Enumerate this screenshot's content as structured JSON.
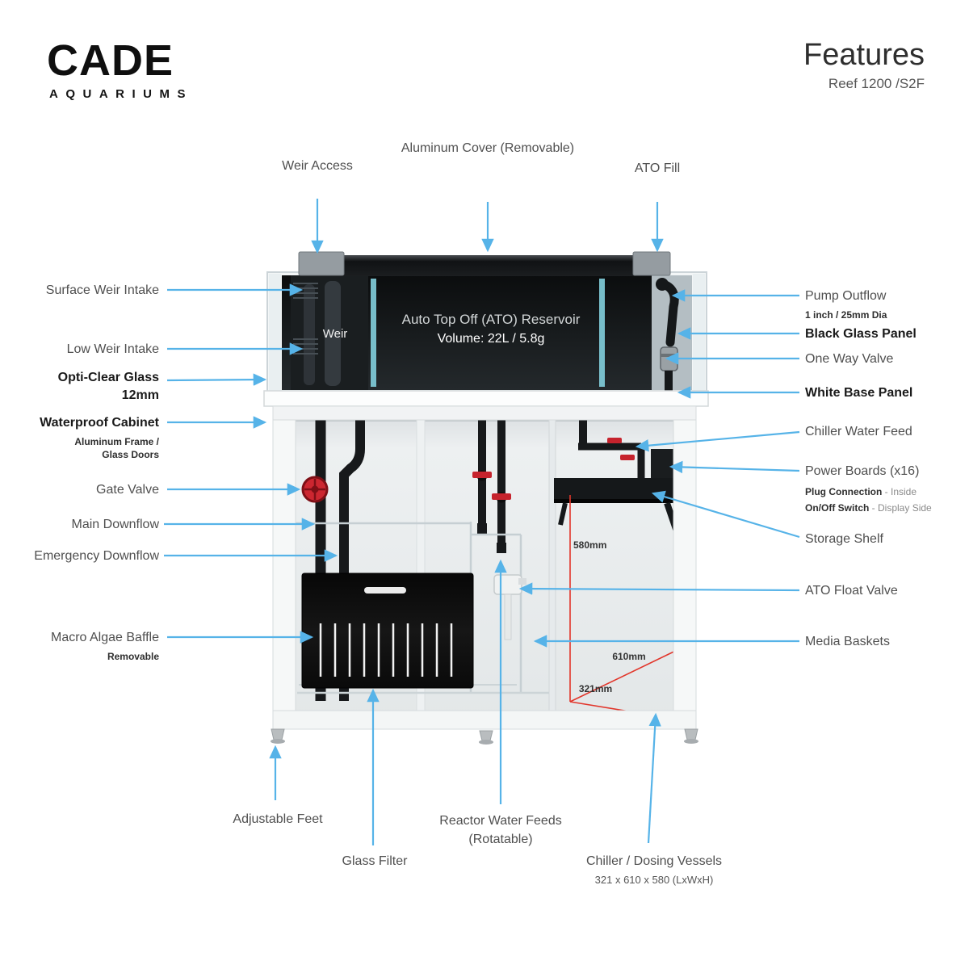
{
  "header": {
    "brand": "CADE",
    "brand_sub": "AQUARIUMS",
    "title": "Features",
    "subtitle": "Reef 1200 /S2F"
  },
  "callouts": {
    "weir_access": "Weir Access",
    "aluminum_cover": "Aluminum Cover (Removable)",
    "ato_fill": "ATO Fill",
    "surface_weir_intake": "Surface Weir Intake",
    "low_weir_intake": "Low Weir Intake",
    "opti_clear_glass": "Opti-Clear Glass",
    "opti_clear_glass_2": "12mm",
    "waterproof_cabinet": "Waterproof Cabinet",
    "waterproof_cabinet_sub1": "Aluminum Frame /",
    "waterproof_cabinet_sub2": "Glass Doors",
    "gate_valve": "Gate Valve",
    "main_downflow": "Main Downflow",
    "emergency_downflow": "Emergency Downflow",
    "macro_algae_baffle": "Macro Algae Baffle",
    "macro_algae_baffle_sub": "Removable",
    "pump_outflow": "Pump Outflow",
    "pump_outflow_sub": "1 inch / 25mm Dia",
    "black_glass_panel": "Black Glass Panel",
    "one_way_valve": "One Way Valve",
    "white_base_panel": "White Base Panel",
    "chiller_water_feed": "Chiller Water Feed",
    "power_boards": "Power Boards (x16)",
    "power_boards_sub1_strong": "Plug Connection",
    "power_boards_sub1_rest": " - Inside",
    "power_boards_sub2_strong": "On/Off Switch",
    "power_boards_sub2_rest": " - Display Side",
    "storage_shelf": "Storage Shelf",
    "ato_float_valve": "ATO Float Valve",
    "media_baskets": "Media Baskets",
    "adjustable_feet": "Adjustable Feet",
    "glass_filter": "Glass Filter",
    "reactor_water_feeds": "Reactor Water Feeds",
    "reactor_water_feeds_sub": "(Rotatable)",
    "chiller_dosing": "Chiller / Dosing Vessels",
    "chiller_dosing_sub": "321 x 610 x 580 (LxWxH)"
  },
  "diagram": {
    "weir": "Weir",
    "ato_line1": "Auto Top Off (ATO) Reservoir",
    "ato_line2": "Volume: 22L / 5.8g",
    "dim_height": "580mm",
    "dim_depth": "610mm",
    "dim_width": "321mm"
  },
  "colors": {
    "arrow": "#56b3e8",
    "dimension_line": "#e2362b",
    "valve_red": "#c6232d",
    "cover_black": "#15181a",
    "accent_teal": "#82cfdd"
  }
}
